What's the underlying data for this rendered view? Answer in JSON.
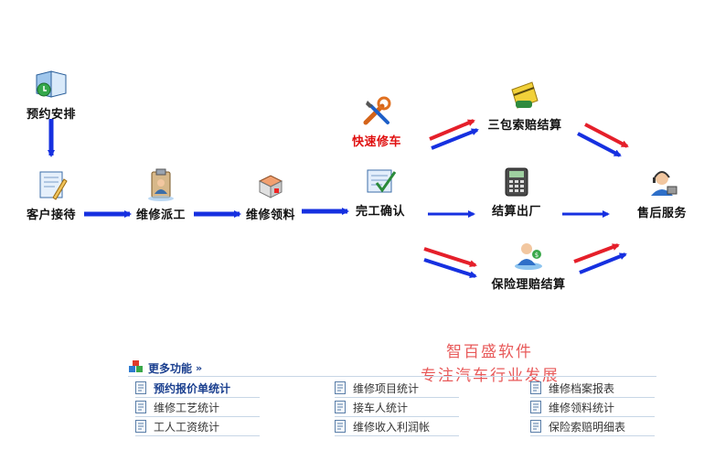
{
  "nodes": {
    "yuyue": "预约安排",
    "kehu": "客户接待",
    "paigong": "维修派工",
    "lingliao": "维修领料",
    "kuaisu": "快速修车",
    "wangong": "完工确认",
    "sanbao": "三包索赔结算",
    "chuchang": "结算出厂",
    "baoxian": "保险理赔结算",
    "shouhou": "售后服务"
  },
  "watermark": {
    "line1": "智百盛软件",
    "line2": "专注汽车行业发展"
  },
  "more": {
    "title": "更多功能",
    "chevron": "»",
    "links": [
      [
        "预约报价单统计",
        "维修工艺统计",
        "工人工资统计"
      ],
      [
        "维修项目统计",
        "接车人统计",
        "维修收入利润帐"
      ],
      [
        "维修档案报表",
        "维修领料统计",
        "保险索赔明细表"
      ]
    ]
  },
  "colors": {
    "arrow_blue": "#1630e0",
    "arrow_red": "#e51f2a",
    "accent_red": "#e01010",
    "link_blue": "#1a3f8f"
  }
}
